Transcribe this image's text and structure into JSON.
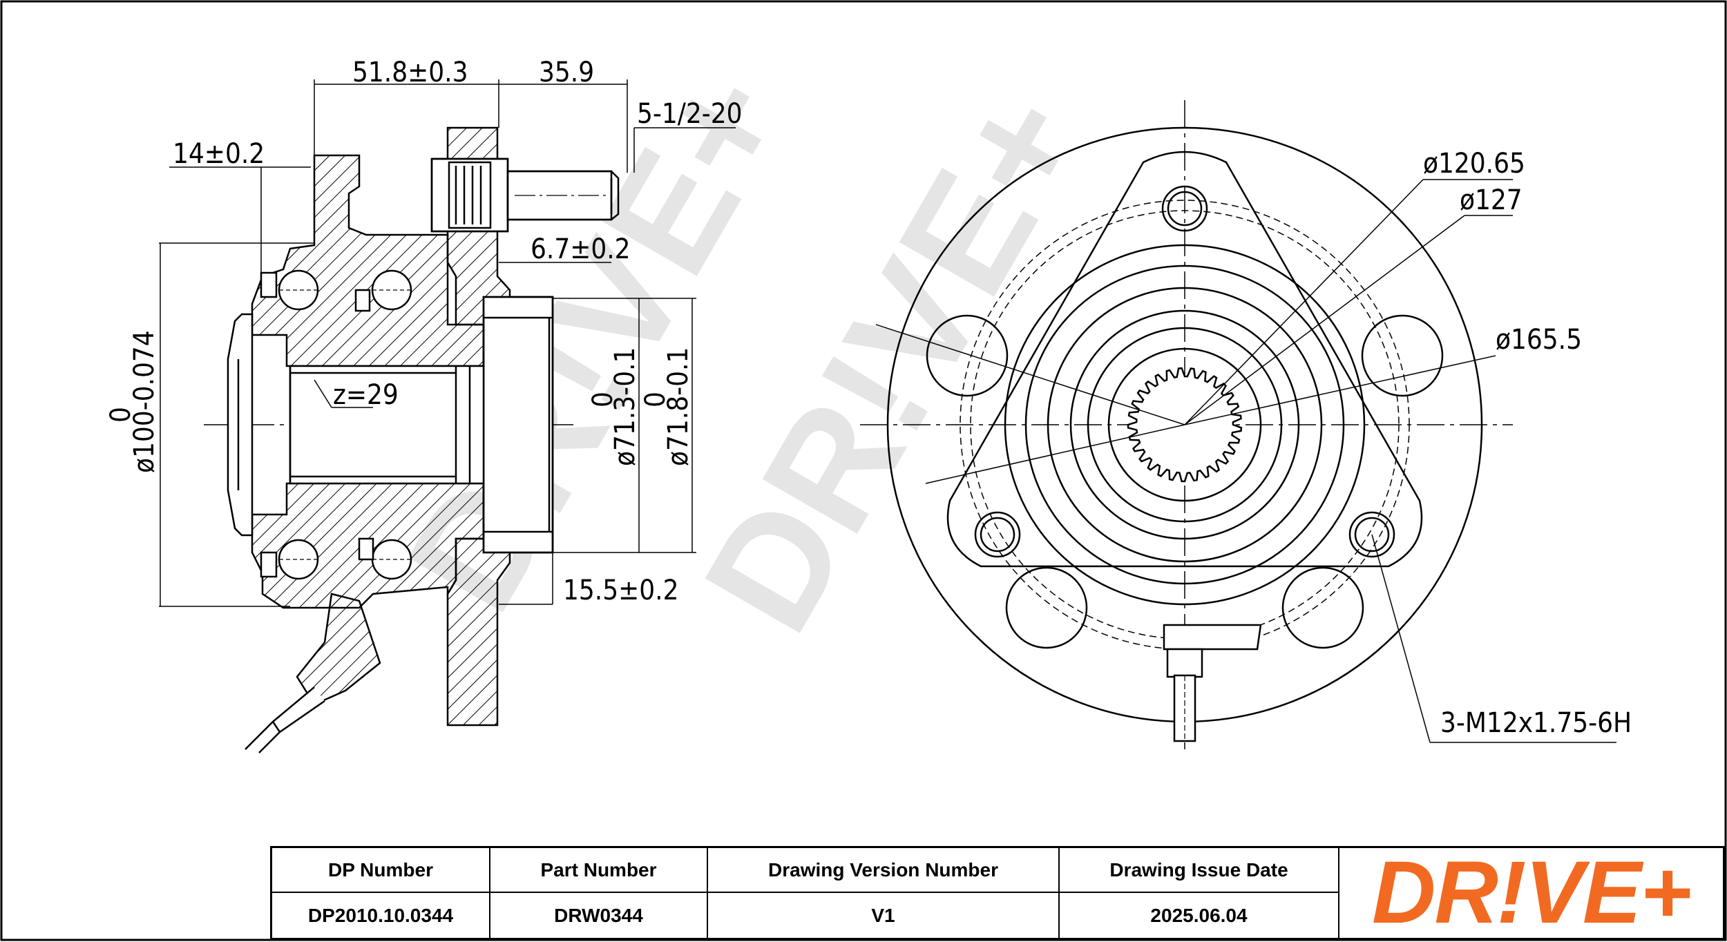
{
  "watermark": "DR!VE+",
  "dimensions": {
    "d_51_8": "51.8±0.3",
    "d_35_9": "35.9",
    "thread": "5-1/2-20",
    "d_14": "14±0.2",
    "d_6_7": "6.7±0.2",
    "teeth": "z=29",
    "d_100": "ø100-0.074",
    "d_100_upper": "0",
    "d_71_3": "ø71.3-0.1",
    "d_71_3_upper": "0",
    "d_71_8": "ø71.8-0.1",
    "d_71_8_upper": "0",
    "d_15_5": "15.5±0.2",
    "d_120_65": "ø120.65",
    "d_127": "ø127",
    "d_165_5": "ø165.5",
    "holes": "3-M12x1.75-6H"
  },
  "title_block": {
    "headers": [
      "DP Number",
      "Part Number",
      "Drawing Version Number",
      "Drawing Issue Date"
    ],
    "values": [
      "DP2010.10.0344",
      "DRW0344",
      "V1",
      "2025.06.04"
    ]
  },
  "logo": {
    "text": "DR!VE+",
    "color": "#f26a21"
  }
}
